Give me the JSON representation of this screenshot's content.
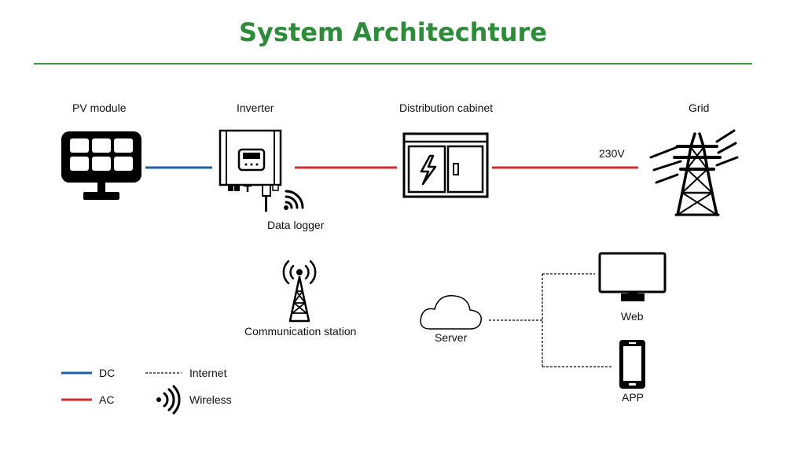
{
  "title": "System Architechture",
  "nodes": {
    "pv_module": "PV module",
    "inverter": "Inverter",
    "distribution_cabinet": "Distribution cabinet",
    "grid": "Grid",
    "data_logger": "Data logger",
    "communication_station": "Communication station",
    "server": "Server",
    "web": "Web",
    "app": "APP"
  },
  "links": {
    "grid_voltage": "230V"
  },
  "legend": {
    "dc": "DC",
    "ac": "AC",
    "internet": "Internet",
    "wireless": "Wireless"
  },
  "colors": {
    "title": "#2e8b3a",
    "dc_line": "#1f5fa8",
    "ac_line": "#d62b2b",
    "internet_line": "#333333"
  },
  "icons": [
    "solar-panel-icon",
    "inverter-icon",
    "wifi-icon",
    "cabinet-icon",
    "lightning-icon",
    "power-tower-icon",
    "antenna-tower-icon",
    "cloud-icon",
    "monitor-icon",
    "smartphone-icon"
  ]
}
